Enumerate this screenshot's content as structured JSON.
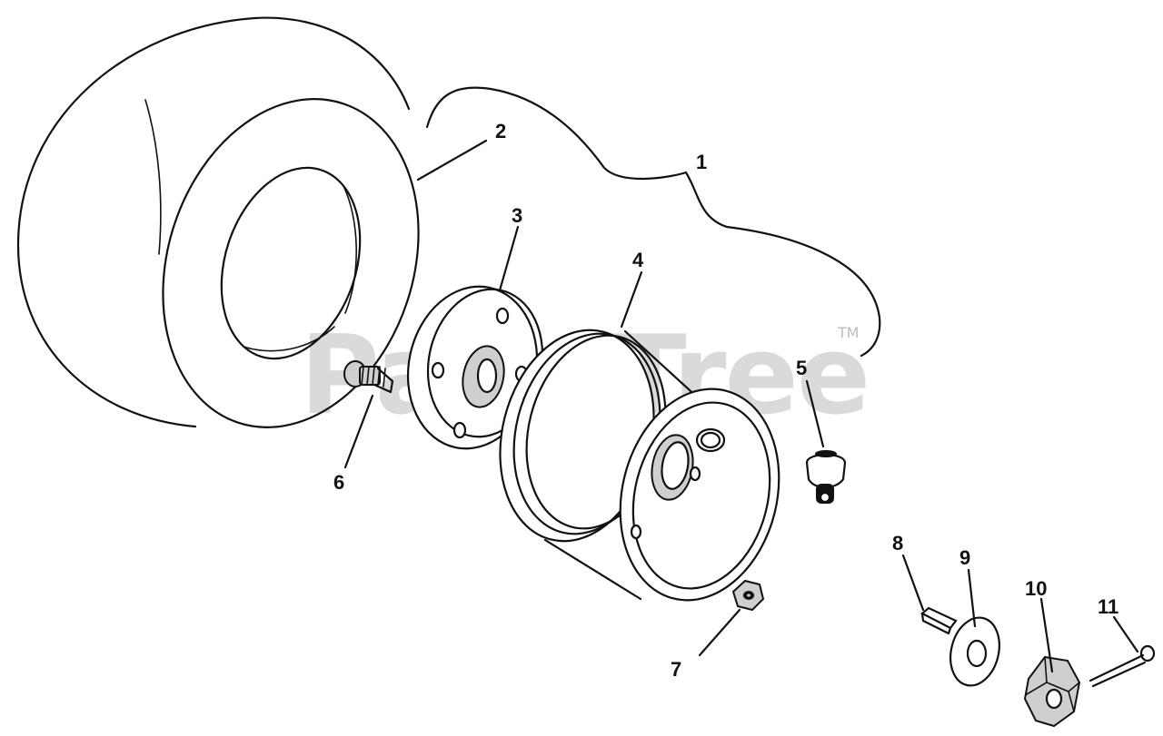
{
  "watermark": {
    "text": "PartsTree",
    "trademark": "TM"
  },
  "callouts": [
    {
      "id": "1",
      "label": "1"
    },
    {
      "id": "2",
      "label": "2"
    },
    {
      "id": "3",
      "label": "3"
    },
    {
      "id": "4",
      "label": "4"
    },
    {
      "id": "5",
      "label": "5"
    },
    {
      "id": "6",
      "label": "6"
    },
    {
      "id": "7",
      "label": "7"
    },
    {
      "id": "8",
      "label": "8"
    },
    {
      "id": "9",
      "label": "9"
    },
    {
      "id": "10",
      "label": "10"
    },
    {
      "id": "11",
      "label": "11"
    }
  ],
  "colors": {
    "line": "#111111",
    "watermark": "#bdbdbd",
    "background": "#ffffff"
  }
}
